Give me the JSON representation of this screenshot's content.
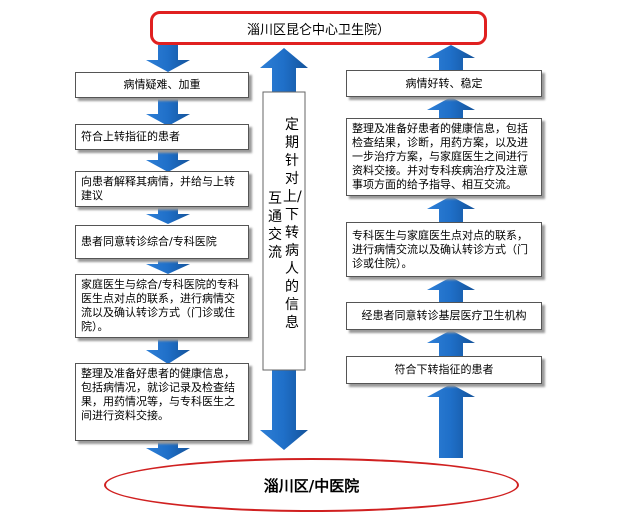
{
  "top_title": "淄川区昆仑中心卫生院）",
  "bottom_title": "淄川区/中医院",
  "left_boxes": [
    "病情疑难、加重",
    "符合上转指征的患者",
    "向患者解释其病情，并给与上转建议",
    "患者同意转诊综合/专科医院",
    "家庭医生与综合/专科医院的专科医生点对点的联系，进行病情交流以及确认转诊方式（门诊或住院）。",
    "整理及准备好患者的健康信息，包括病情况，就诊记录及检查结果，用药情况等，与专科医生之间进行资料交接。"
  ],
  "right_boxes": [
    "病情好转、稳定",
    "整理及准备好患者的健康信息，包括检查结果，诊断，用药方案，以及进一步治疗方案，与家庭医生之间进行资料交接。并对专科疾病治疗及注意事项方面的给予指导、相互交流。",
    "专科医生与家庭医生点对点的联系，进行病情交流以及确认转诊方式（门诊或住院）。",
    "经患者同意转诊基层医疗卫生机构",
    "符合下转指征的患者"
  ],
  "center_text_right": "定期针对上/下转病人的信息",
  "center_text_left": "互通交流",
  "colors": {
    "arrow": "#1f6fc8",
    "arrow_dark": "#14539a",
    "title_border": "#e02020"
  }
}
